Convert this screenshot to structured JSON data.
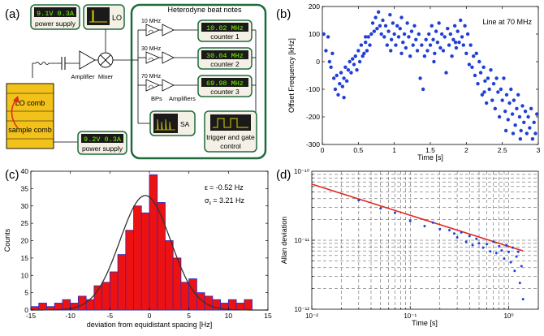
{
  "panel_labels": [
    "(a)",
    "(b)",
    "(c)",
    "(d)"
  ],
  "schematic": {
    "lo_supply": {
      "display": "9.1V 0.3A",
      "caption": "power supply"
    },
    "lo_label": "LO",
    "amplifier_label": "Amplifier",
    "mixer_label": "Mixer",
    "heterodyne_title": "Heterodyne beat notes",
    "filter_freqs": [
      "10 MHz",
      "30 MHz",
      "70 MHz"
    ],
    "counters": [
      {
        "display": "10.02 MHz",
        "label": "counter 1"
      },
      {
        "display": "30.04 MHz",
        "label": "counter 2"
      },
      {
        "display": "69.98 MHz",
        "label": "counter 3"
      }
    ],
    "bps_label": "BPs",
    "amplifiers_label": "Amplifiers",
    "sa_label": "SA",
    "trigger_label_1": "trigger and gate",
    "trigger_label_2": "control",
    "lo_comb_label": "LO comb",
    "sample_comb_label": "sample comb",
    "sample_supply": {
      "display": "9.2V 0.3A",
      "caption": "power supply"
    },
    "colors": {
      "green": "#1e6b3c",
      "display_bg": "#1a1a1a",
      "display_text": "#7CFC00",
      "comb_yellow": "#f2c21b",
      "arrow_red": "#e0281e",
      "panel_bg": "#f4f0e6"
    }
  },
  "chart_data": [
    {
      "type": "scatter",
      "panel": "(b)",
      "annotation": "Line at 70 MHz",
      "xlabel": "Time [s]",
      "ylabel": "Offset Frequency [kHz]",
      "xlim": [
        0,
        3
      ],
      "ylim": [
        -300,
        200
      ],
      "xticks": [
        0,
        0.5,
        1,
        1.5,
        2,
        2.5,
        3
      ],
      "xticklabels": [
        "0",
        "0.5",
        "1",
        "1.5",
        "2",
        "2.5",
        "3"
      ],
      "yticks": [
        -300,
        -200,
        -100,
        0,
        100,
        200
      ],
      "yticklabels": [
        "-300",
        "-200",
        "-100",
        "0",
        "100",
        "200"
      ],
      "grid": false,
      "color": "#1f3fd6",
      "points": [
        [
          0.02,
          100
        ],
        [
          0.05,
          40
        ],
        [
          0.08,
          90
        ],
        [
          0.1,
          0
        ],
        [
          0.12,
          -20
        ],
        [
          0.14,
          30
        ],
        [
          0.16,
          -60
        ],
        [
          0.18,
          -100
        ],
        [
          0.2,
          -50
        ],
        [
          0.22,
          -120
        ],
        [
          0.24,
          -80
        ],
        [
          0.26,
          -40
        ],
        [
          0.28,
          -90
        ],
        [
          0.3,
          -60
        ],
        [
          0.32,
          -20
        ],
        [
          0.34,
          -70
        ],
        [
          0.36,
          -30
        ],
        [
          0.38,
          0
        ],
        [
          0.4,
          -40
        ],
        [
          0.42,
          10
        ],
        [
          0.44,
          -10
        ],
        [
          0.46,
          20
        ],
        [
          0.48,
          -30
        ],
        [
          0.5,
          40
        ],
        [
          0.52,
          0
        ],
        [
          0.54,
          60
        ],
        [
          0.56,
          20
        ],
        [
          0.58,
          30
        ],
        [
          0.6,
          70
        ],
        [
          0.62,
          40
        ],
        [
          0.64,
          90
        ],
        [
          0.66,
          60
        ],
        [
          0.68,
          100
        ],
        [
          0.7,
          140
        ],
        [
          0.72,
          110
        ],
        [
          0.74,
          160
        ],
        [
          0.76,
          120
        ],
        [
          0.78,
          180
        ],
        [
          0.8,
          130
        ],
        [
          0.82,
          100
        ],
        [
          0.84,
          150
        ],
        [
          0.86,
          90
        ],
        [
          0.88,
          130
        ],
        [
          0.9,
          60
        ],
        [
          0.92,
          110
        ],
        [
          0.94,
          170
        ],
        [
          0.96,
          80
        ],
        [
          0.98,
          140
        ],
        [
          1.0,
          100
        ],
        [
          1.02,
          60
        ],
        [
          1.04,
          130
        ],
        [
          1.06,
          90
        ],
        [
          1.08,
          120
        ],
        [
          1.1,
          160
        ],
        [
          1.12,
          70
        ],
        [
          1.14,
          100
        ],
        [
          1.16,
          50
        ],
        [
          1.18,
          140
        ],
        [
          1.2,
          90
        ],
        [
          1.22,
          20
        ],
        [
          1.24,
          110
        ],
        [
          1.26,
          60
        ],
        [
          1.28,
          130
        ],
        [
          1.3,
          80
        ],
        [
          1.32,
          40
        ],
        [
          1.34,
          100
        ],
        [
          1.36,
          -60
        ],
        [
          1.38,
          60
        ],
        [
          1.4,
          -100
        ],
        [
          1.42,
          20
        ],
        [
          1.44,
          80
        ],
        [
          1.46,
          40
        ],
        [
          1.48,
          100
        ],
        [
          1.5,
          60
        ],
        [
          1.52,
          130
        ],
        [
          1.54,
          80
        ],
        [
          1.56,
          30
        ],
        [
          1.58,
          110
        ],
        [
          1.6,
          70
        ],
        [
          1.62,
          140
        ],
        [
          1.64,
          50
        ],
        [
          1.66,
          100
        ],
        [
          1.68,
          40
        ],
        [
          1.7,
          90
        ],
        [
          1.72,
          -40
        ],
        [
          1.74,
          120
        ],
        [
          1.76,
          60
        ],
        [
          1.78,
          100
        ],
        [
          1.8,
          20
        ],
        [
          1.82,
          80
        ],
        [
          1.84,
          130
        ],
        [
          1.86,
          50
        ],
        [
          1.88,
          110
        ],
        [
          1.9,
          70
        ],
        [
          1.92,
          150
        ],
        [
          1.94,
          90
        ],
        [
          1.96,
          60
        ],
        [
          1.98,
          130
        ],
        [
          2.0,
          30
        ],
        [
          2.02,
          100
        ],
        [
          2.04,
          -10
        ],
        [
          2.06,
          60
        ],
        [
          2.08,
          -20
        ],
        [
          2.1,
          20
        ],
        [
          2.12,
          -50
        ],
        [
          2.14,
          30
        ],
        [
          2.16,
          -80
        ],
        [
          2.18,
          0
        ],
        [
          2.2,
          -40
        ],
        [
          2.22,
          -120
        ],
        [
          2.24,
          -20
        ],
        [
          2.26,
          -70
        ],
        [
          2.28,
          -150
        ],
        [
          2.3,
          -60
        ],
        [
          2.32,
          -100
        ],
        [
          2.34,
          -30
        ],
        [
          2.36,
          -140
        ],
        [
          2.38,
          -80
        ],
        [
          2.4,
          -170
        ],
        [
          2.42,
          -60
        ],
        [
          2.44,
          -110
        ],
        [
          2.46,
          -200
        ],
        [
          2.48,
          -100
        ],
        [
          2.5,
          -140
        ],
        [
          2.52,
          -60
        ],
        [
          2.54,
          -180
        ],
        [
          2.56,
          -120
        ],
        [
          2.58,
          -210
        ],
        [
          2.6,
          -150
        ],
        [
          2.62,
          -100
        ],
        [
          2.64,
          -190
        ],
        [
          2.66,
          -140
        ],
        [
          2.68,
          -230
        ],
        [
          2.7,
          -170
        ],
        [
          2.72,
          -120
        ],
        [
          2.74,
          -200
        ],
        [
          2.76,
          -250
        ],
        [
          2.78,
          -160
        ],
        [
          2.8,
          -220
        ],
        [
          2.82,
          -180
        ],
        [
          2.84,
          -260
        ],
        [
          2.86,
          -200
        ],
        [
          2.88,
          -240
        ],
        [
          2.9,
          -170
        ],
        [
          2.92,
          -280
        ],
        [
          2.94,
          -220
        ],
        [
          2.96,
          -260
        ],
        [
          2.98,
          -190
        ],
        [
          1.1,
          30
        ],
        [
          0.95,
          40
        ],
        [
          2.55,
          -250
        ],
        [
          2.75,
          -280
        ],
        [
          0.3,
          -130
        ],
        [
          1.85,
          70
        ],
        [
          2.25,
          -110
        ],
        [
          0.6,
          90
        ],
        [
          1.55,
          0
        ],
        [
          2.65,
          -260
        ]
      ]
    },
    {
      "type": "bar",
      "panel": "(c)",
      "xlabel": "deviation from equidistant spacing [Hz]",
      "ylabel": "Counts",
      "xlim": [
        -15,
        15
      ],
      "ylim": [
        0,
        40
      ],
      "xticks": [
        -15,
        -10,
        -5,
        0,
        5,
        10,
        15
      ],
      "xticklabels": [
        "-15",
        "-10",
        "-5",
        "0",
        "5",
        "10",
        "15"
      ],
      "yticks": [
        0,
        5,
        10,
        15,
        20,
        25,
        30,
        35,
        40
      ],
      "yticklabels": [
        "0",
        "5",
        "10",
        "15",
        "20",
        "25",
        "30",
        "35",
        "40"
      ],
      "annotations": [
        {
          "symbol": "ε",
          "sub": "",
          "text": "= -0.52 Hz"
        },
        {
          "symbol": "σ",
          "sub": "ε",
          "text": "= 3.21 Hz"
        }
      ],
      "bar_color": "#ee1111",
      "edge_color": "#2a2ac8",
      "fit_color": "#333333",
      "bin_width": 1,
      "bins": [
        {
          "center": -14.5,
          "count": 1
        },
        {
          "center": -13.5,
          "count": 2
        },
        {
          "center": -12.5,
          "count": 1
        },
        {
          "center": -11.5,
          "count": 2
        },
        {
          "center": -10.5,
          "count": 3
        },
        {
          "center": -9.5,
          "count": 2
        },
        {
          "center": -8.5,
          "count": 4
        },
        {
          "center": -7.5,
          "count": 3
        },
        {
          "center": -6.5,
          "count": 7
        },
        {
          "center": -5.5,
          "count": 8
        },
        {
          "center": -4.5,
          "count": 11
        },
        {
          "center": -3.5,
          "count": 16
        },
        {
          "center": -2.5,
          "count": 23
        },
        {
          "center": -1.5,
          "count": 30
        },
        {
          "center": -0.5,
          "count": 28
        },
        {
          "center": 0.5,
          "count": 39
        },
        {
          "center": 1.5,
          "count": 31
        },
        {
          "center": 2.5,
          "count": 20
        },
        {
          "center": 3.5,
          "count": 15
        },
        {
          "center": 4.5,
          "count": 8
        },
        {
          "center": 5.5,
          "count": 9
        },
        {
          "center": 6.5,
          "count": 5
        },
        {
          "center": 7.5,
          "count": 4
        },
        {
          "center": 8.5,
          "count": 3
        },
        {
          "center": 9.5,
          "count": 2
        },
        {
          "center": 10.5,
          "count": 3
        },
        {
          "center": 11.5,
          "count": 2
        },
        {
          "center": 12.5,
          "count": 3
        }
      ],
      "fit": {
        "type": "gaussian",
        "mu": -0.52,
        "sigma": 3.21,
        "amplitude": 33
      }
    },
    {
      "type": "scatter",
      "panel": "(d)",
      "xscale": "log",
      "yscale": "log",
      "xlabel": "Time [s]",
      "ylabel": "Allan deviation",
      "xlim": [
        0.01,
        2
      ],
      "ylim": [
        1e-12,
        1e-10
      ],
      "xticklabels": [
        "10⁻²",
        "10⁻¹",
        "10⁰"
      ],
      "yticklabels": [
        "10⁻¹²",
        "10⁻¹¹",
        "10⁻¹⁰"
      ],
      "grid": true,
      "point_color": "#1f3fd6",
      "line_color": "#e0281e",
      "fit_line": [
        [
          0.01,
          6.5e-11
        ],
        [
          1.4,
          7e-12
        ]
      ],
      "points": [
        [
          0.03,
          3.8e-11
        ],
        [
          0.05,
          2.9e-11
        ],
        [
          0.07,
          2.5e-11
        ],
        [
          0.1,
          1.9e-11
        ],
        [
          0.14,
          1.6e-11
        ],
        [
          0.17,
          1.8e-11
        ],
        [
          0.2,
          1.45e-11
        ],
        [
          0.25,
          1.4e-11
        ],
        [
          0.28,
          1.25e-11
        ],
        [
          0.3,
          1.1e-11
        ],
        [
          0.33,
          1.3e-11
        ],
        [
          0.37,
          9.5e-12
        ],
        [
          0.4,
          1.15e-11
        ],
        [
          0.43,
          8.5e-12
        ],
        [
          0.47,
          1.05e-11
        ],
        [
          0.5,
          9e-12
        ],
        [
          0.55,
          7.8e-12
        ],
        [
          0.6,
          8.8e-12
        ],
        [
          0.65,
          6.9e-12
        ],
        [
          0.7,
          9.5e-12
        ],
        [
          0.75,
          6.5e-12
        ],
        [
          0.8,
          8.2e-12
        ],
        [
          0.85,
          7.1e-12
        ],
        [
          0.9,
          5.4e-12
        ],
        [
          0.95,
          8.4e-12
        ],
        [
          1.0,
          6.8e-12
        ],
        [
          1.05,
          4.8e-12
        ],
        [
          1.1,
          7.8e-12
        ],
        [
          1.15,
          3.6e-12
        ],
        [
          1.2,
          5.8e-12
        ],
        [
          1.25,
          6.8e-12
        ],
        [
          1.3,
          2.4e-12
        ],
        [
          1.35,
          4.2e-12
        ],
        [
          1.4,
          1.4e-12
        ]
      ]
    }
  ]
}
